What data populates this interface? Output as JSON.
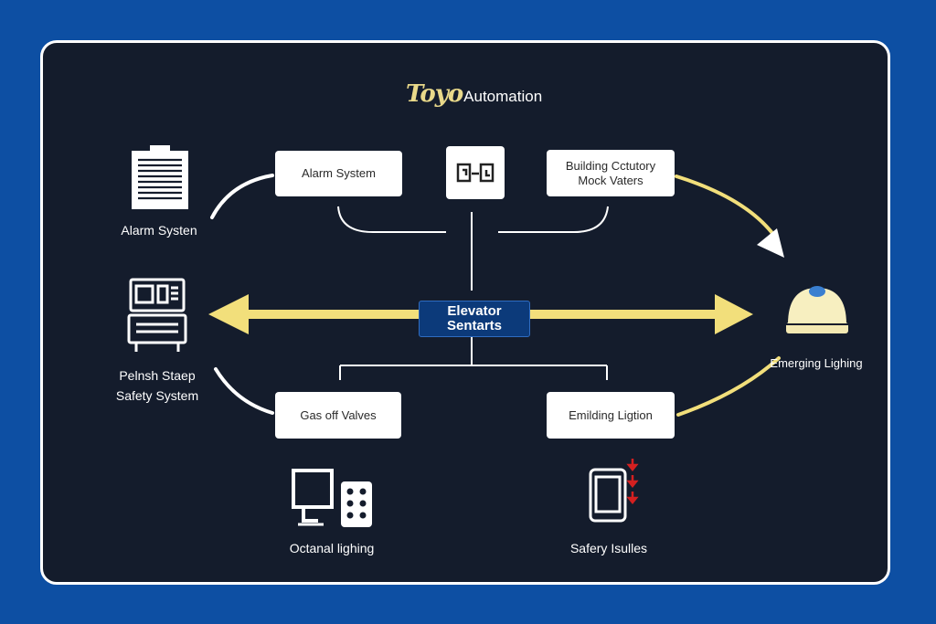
{
  "logo": {
    "brand": "Toyo",
    "rest": "Automation"
  },
  "center": {
    "line1": "Elevator",
    "line2": "Sentarts"
  },
  "boxes": {
    "alarm": "Alarm System",
    "building_line1": "Building Cctutory",
    "building_line2": "Mock Vaters",
    "gas": "Gas off Valves",
    "emilding": "Emilding Ligtion"
  },
  "labels": {
    "alarm_side": "Alarm Systen",
    "panic_line1": "Pelnsh Staep",
    "panic_line2": "Safety System",
    "emerging": "Emerging Lighing",
    "octanal": "Octanal lighing",
    "safery": "Safery Isulles"
  },
  "colors": {
    "background": "#0d4fa3",
    "panel": "#141c2c",
    "arrow": "#f2df7b",
    "accent": "#e9d98a",
    "center_box": "#0c3a7a",
    "alert": "#d42020"
  },
  "icons": {
    "alarm_panel": "document-list-icon",
    "control_unit": "control-unit-icon",
    "dome_light": "dome-light-icon",
    "monitor": "monitor-icon",
    "keypad": "keypad-icon",
    "tablet": "tablet-icon",
    "circuit_board": "circuit-board-icon"
  }
}
